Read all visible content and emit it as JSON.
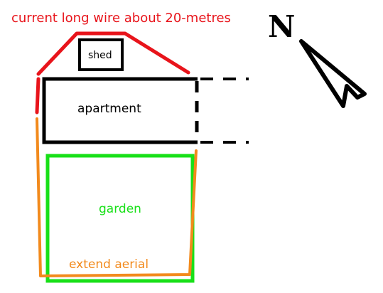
{
  "labels": {
    "title": "current long wire about 20-metres",
    "shed": "shed",
    "apartment": "apartment",
    "garden": "garden",
    "extend": "extend aerial",
    "north": "N"
  },
  "colors": {
    "current_wire": "#e8141b",
    "extension_wire": "#f28a1c",
    "garden": "#18e018",
    "building": "#000000",
    "compass": "#000000"
  },
  "icons": {
    "north_arrow": "north-arrow-icon"
  }
}
